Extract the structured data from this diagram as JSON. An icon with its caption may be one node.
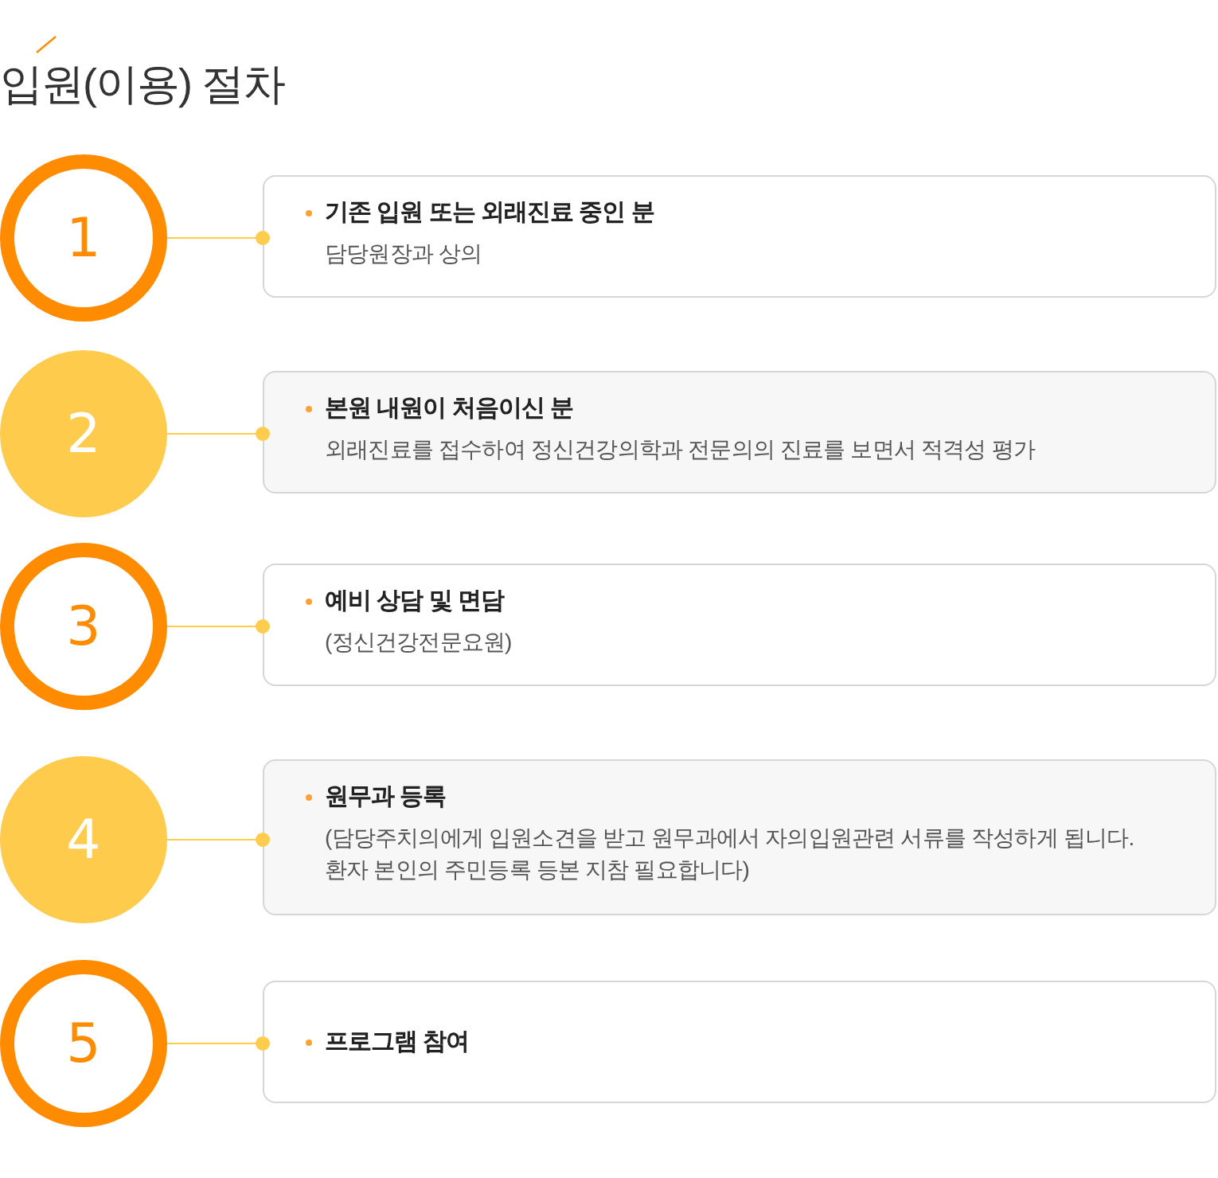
{
  "diagram": {
    "title": "입원(이용) 절차",
    "nodes": [
      {
        "text": [
          "1"
        ]
      },
      {
        "text": [
          "기존 입원 또는 외래진료 중인 분",
          "담당원장과 상의"
        ]
      },
      {
        "text": [
          "2"
        ]
      },
      {
        "text": [
          "본원 내원이 처음이신 분",
          "외래진료를 접수하여 정신건강의학과 전문의의 진료를 보면서 적격성 평가"
        ]
      },
      {
        "text": [
          "3"
        ]
      },
      {
        "text": [
          "예비 상담 및 면담",
          "(정신건강전문요원)"
        ]
      },
      {
        "text": [
          "4"
        ]
      },
      {
        "text": [
          "원무과 등록",
          "(담당주치의에게 입원소견을 받고 원무과에서 자의입원관련 서류를 작성하게 됩니다. 환자 본인의 주민등록 등본 지참 필요합니다)"
        ]
      },
      {
        "text": [
          "5"
        ]
      },
      {
        "text": [
          "프로그램 참여"
        ]
      }
    ],
    "edges": [
      {
        "from": 0,
        "to": 1,
        "arrow": "other"
      },
      {
        "from": 2,
        "to": 3,
        "arrow": "other"
      },
      {
        "from": 4,
        "to": 5,
        "arrow": "other"
      },
      {
        "from": 6,
        "to": 7,
        "arrow": "other"
      },
      {
        "from": 8,
        "to": 9,
        "arrow": "other"
      }
    ]
  }
}
